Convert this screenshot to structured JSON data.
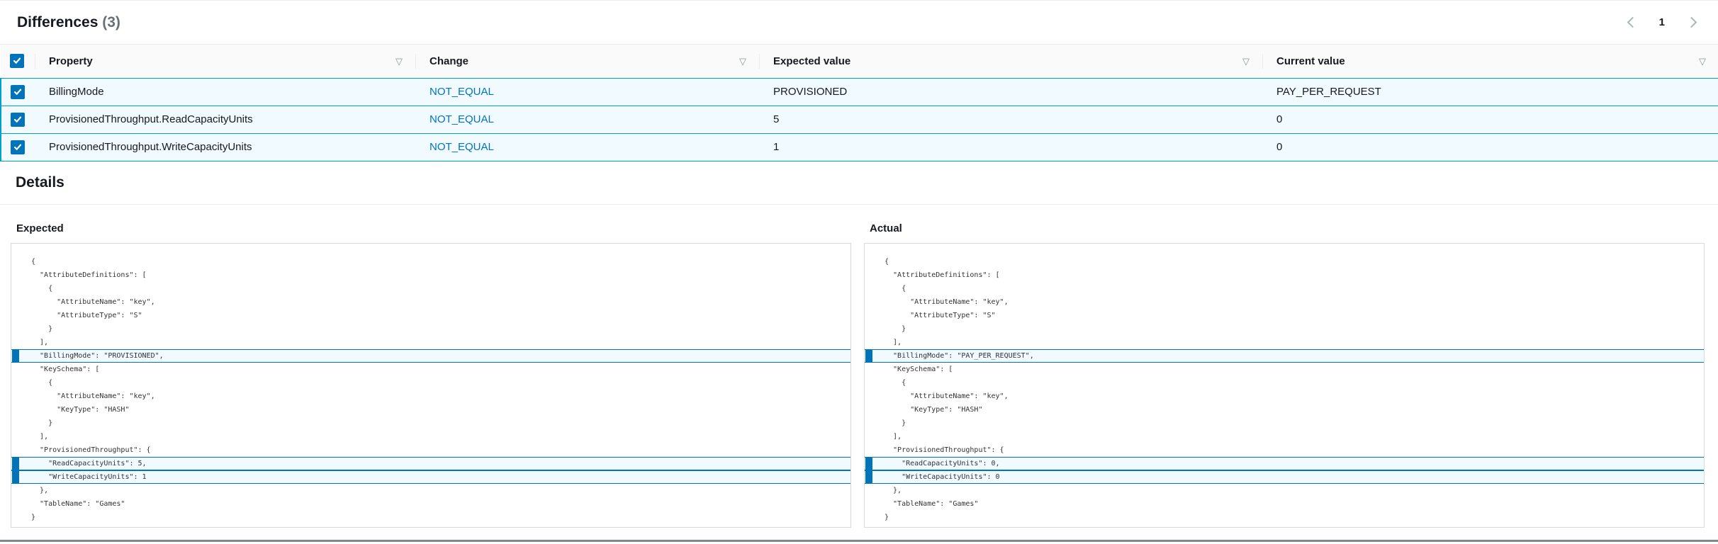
{
  "colors": {
    "accent_blue": "#0073bb",
    "selected_row_border": "#00a1c9",
    "selected_row_bg": "#f1faff",
    "divider_gray": "#eaeded",
    "panel_border": "#d5dbdb",
    "muted_text": "#687078",
    "code_highlight_bar": "#0073bb",
    "bottom_divider": "#7d8b8f"
  },
  "differences": {
    "title": "Differences",
    "count": "(3)",
    "pagination": {
      "prev_icon": "chevron-left-icon",
      "current_page": "1",
      "next_icon": "chevron-right-icon"
    },
    "select_all_checked": true,
    "sort_icon_glyph": "▽",
    "columns": [
      {
        "label": "Property",
        "sort_icon": "filter-sort-icon"
      },
      {
        "label": "Change",
        "sort_icon": "filter-sort-icon"
      },
      {
        "label": "Expected value",
        "sort_icon": "filter-sort-icon"
      },
      {
        "label": "Current value",
        "sort_icon": "filter-sort-icon"
      }
    ],
    "rows": [
      {
        "checked": true,
        "property": "BillingMode",
        "change": "NOT_EQUAL",
        "expected": "PROVISIONED",
        "current": "PAY_PER_REQUEST"
      },
      {
        "checked": true,
        "property": "ProvisionedThroughput.ReadCapacityUnits",
        "change": "NOT_EQUAL",
        "expected": "5",
        "current": "0"
      },
      {
        "checked": true,
        "property": "ProvisionedThroughput.WriteCapacityUnits",
        "change": "NOT_EQUAL",
        "expected": "1",
        "current": "0"
      }
    ]
  },
  "details": {
    "title": "Details",
    "panels": [
      {
        "label": "Expected",
        "highlighted_lines": [
          7,
          15,
          16
        ],
        "lines": [
          "{",
          "  \"AttributeDefinitions\": [",
          "    {",
          "      \"AttributeName\": \"key\",",
          "      \"AttributeType\": \"S\"",
          "    }",
          "  ],",
          "  \"BillingMode\": \"PROVISIONED\",",
          "  \"KeySchema\": [",
          "    {",
          "      \"AttributeName\": \"key\",",
          "      \"KeyType\": \"HASH\"",
          "    }",
          "  ],",
          "  \"ProvisionedThroughput\": {",
          "    \"ReadCapacityUnits\": 5,",
          "    \"WriteCapacityUnits\": 1",
          "  },",
          "  \"TableName\": \"Games\"",
          "}"
        ]
      },
      {
        "label": "Actual",
        "highlighted_lines": [
          7,
          15,
          16
        ],
        "lines": [
          "{",
          "  \"AttributeDefinitions\": [",
          "    {",
          "      \"AttributeName\": \"key\",",
          "      \"AttributeType\": \"S\"",
          "    }",
          "  ],",
          "  \"BillingMode\": \"PAY_PER_REQUEST\",",
          "  \"KeySchema\": [",
          "    {",
          "      \"AttributeName\": \"key\",",
          "      \"KeyType\": \"HASH\"",
          "    }",
          "  ],",
          "  \"ProvisionedThroughput\": {",
          "    \"ReadCapacityUnits\": 0,",
          "    \"WriteCapacityUnits\": 0",
          "  },",
          "  \"TableName\": \"Games\"",
          "}"
        ]
      }
    ]
  }
}
